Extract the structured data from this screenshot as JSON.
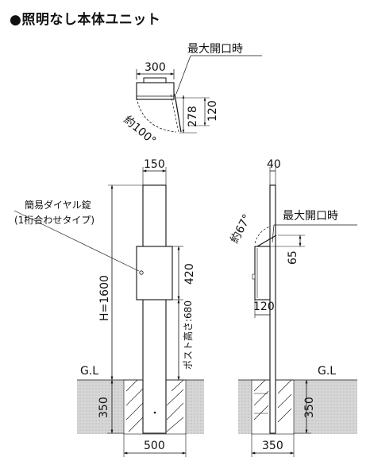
{
  "title": "●照明なし本体ユニット",
  "top_view": {
    "width": "300",
    "max_open_label": "最大開口時",
    "dim_278": "278",
    "dim_120": "120",
    "angle": "約100°"
  },
  "front_view": {
    "post_width": "150",
    "lock_label_1": "簡易ダイヤル錠",
    "lock_label_2": "(1桁合わせタイプ)",
    "height": "H=1600",
    "box_height": "420",
    "post_height": "ポスト高さ:680",
    "ground": "G.L",
    "depth": "350",
    "base_width": "500"
  },
  "side_view": {
    "top_depth": "40",
    "max_open_label": "最大開口時",
    "angle": "約67°",
    "dim_65": "65",
    "dim_120": "120",
    "ground": "G.L",
    "depth": "350",
    "base_width": "350"
  }
}
